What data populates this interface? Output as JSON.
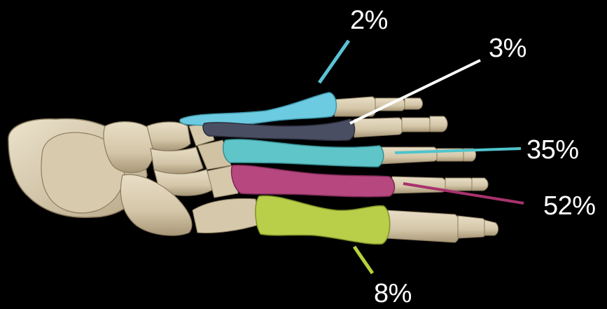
{
  "annotations": [
    {
      "id": "m1",
      "label": "2%",
      "color": "#5bc2d6"
    },
    {
      "id": "m2",
      "label": "3%",
      "color": "#ffffff"
    },
    {
      "id": "m3",
      "label": "35%",
      "color": "#4fc4cc"
    },
    {
      "id": "m4",
      "label": "52%",
      "color": "#a8326e"
    },
    {
      "id": "m5",
      "label": "8%",
      "color": "#b5d13b"
    }
  ],
  "bone_colors": {
    "first_metatarsal": "#6ccbe0",
    "second_metatarsal": "#4a4e62",
    "third_metatarsal": "#5fc5c8",
    "fourth_metatarsal": "#b6477f",
    "fifth_metatarsal": "#b9cf4a",
    "bone": "#d9cdb2",
    "bone_shadow": "#a99a7e"
  }
}
